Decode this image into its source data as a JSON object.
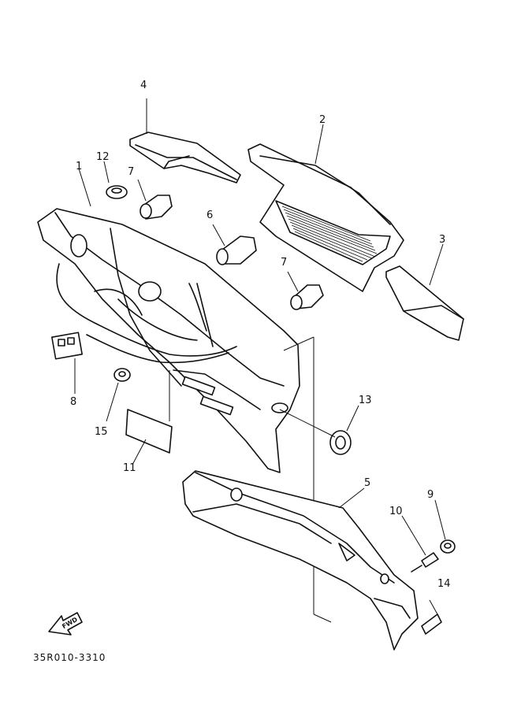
{
  "diagram": {
    "drawing_code": "35R010-3310",
    "fwd_label": "FWD",
    "callouts": [
      {
        "id": "c1",
        "label": "1"
      },
      {
        "id": "c2",
        "label": "2"
      },
      {
        "id": "c3",
        "label": "3"
      },
      {
        "id": "c4",
        "label": "4"
      },
      {
        "id": "c5",
        "label": "5"
      },
      {
        "id": "c6",
        "label": "6"
      },
      {
        "id": "c7a",
        "label": "7"
      },
      {
        "id": "c7b",
        "label": "7"
      },
      {
        "id": "c8",
        "label": "8"
      },
      {
        "id": "c9",
        "label": "9"
      },
      {
        "id": "c10",
        "label": "10"
      },
      {
        "id": "c11",
        "label": "11"
      },
      {
        "id": "c12",
        "label": "12"
      },
      {
        "id": "c13",
        "label": "13"
      },
      {
        "id": "c14",
        "label": "14"
      },
      {
        "id": "c15",
        "label": "15"
      }
    ]
  }
}
